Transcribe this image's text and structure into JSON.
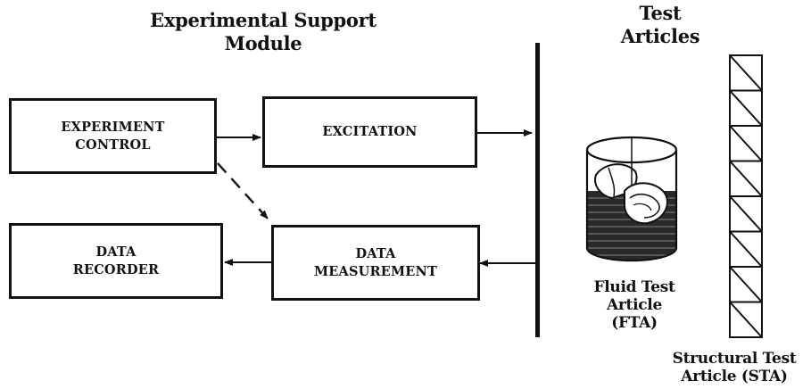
{
  "headers": {
    "support_module": "Experimental Support\nModule",
    "test_articles": "Test\nArticles"
  },
  "boxes": {
    "experiment_control": "EXPERIMENT\nCONTROL",
    "excitation": "EXCITATION",
    "data_recorder": "DATA\nRECORDER",
    "data_measurement": "DATA\nMEASUREMENT"
  },
  "labels": {
    "fluid_test_article": "Fluid Test\nArticle\n(FTA)",
    "structural_test_article": "Structural Test\nArticle (STA)"
  }
}
